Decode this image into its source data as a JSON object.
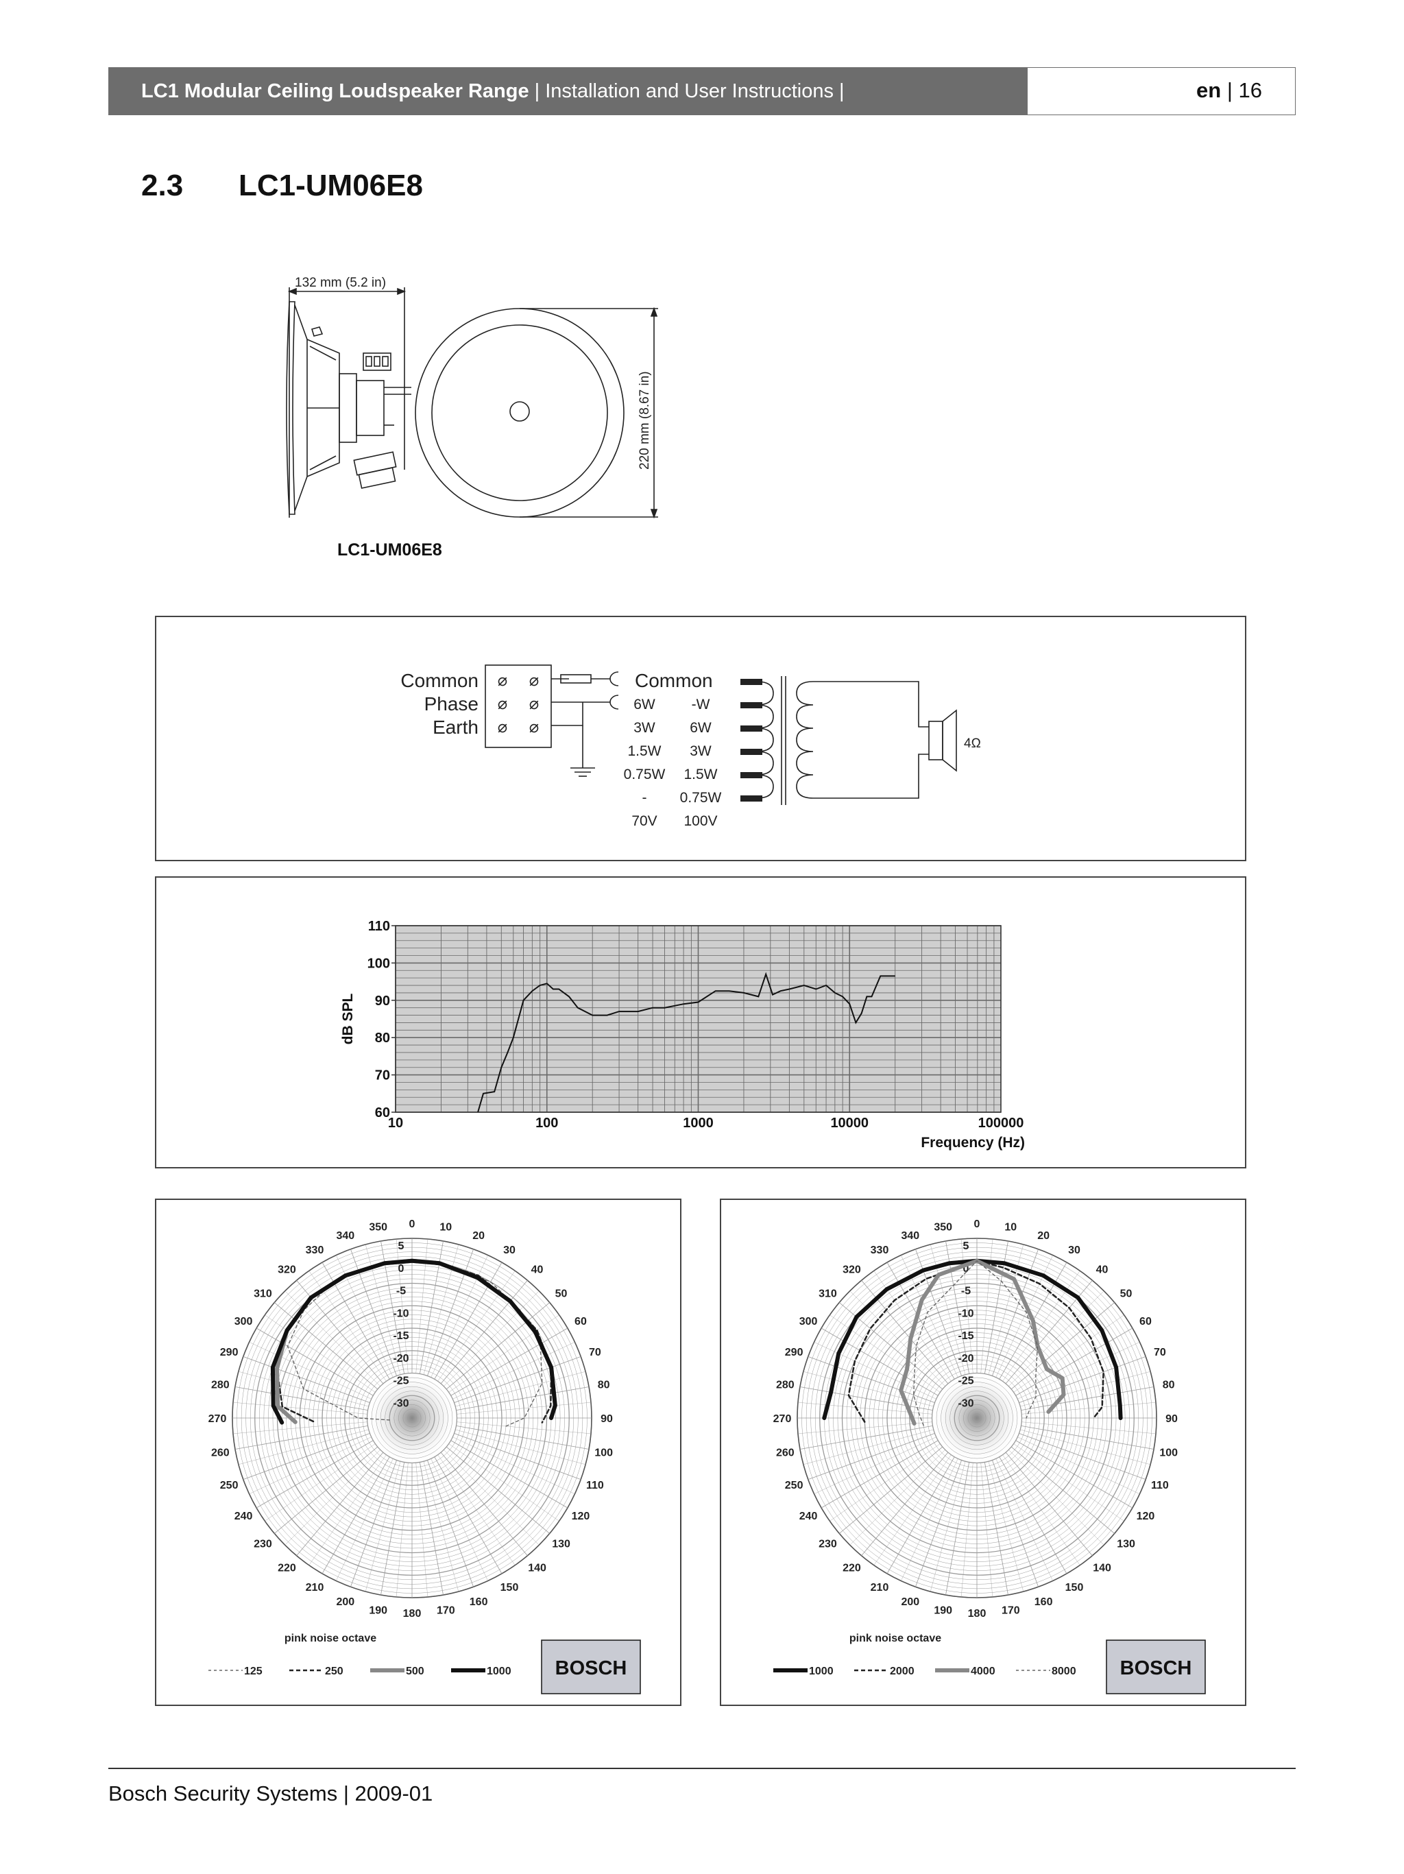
{
  "header": {
    "product_title": "LC1 Modular Ceiling Loudspeaker Range",
    "doc_title": " | Installation and User Instructions |",
    "lang": "en",
    "page": " | 16"
  },
  "section": {
    "number": "2.3",
    "title": "LC1-UM06E8"
  },
  "dimensions": {
    "depth_label": "132 mm (5.2 in)",
    "diameter_label": "220 mm (8.67 in)",
    "caption": "LC1-UM06E8"
  },
  "wiring": {
    "terminal_labels": [
      "Common",
      "Phase",
      "Earth"
    ],
    "common_label": "Common",
    "taps_70v": [
      "6W",
      "3W",
      "1.5W",
      "0.75W",
      "-"
    ],
    "taps_100v": [
      "-W",
      "6W",
      "3W",
      "1.5W",
      "0.75W"
    ],
    "voltage_70": "70V",
    "voltage_100": "100V",
    "impedance": "4Ω",
    "symbols": {
      "terminal": "⌀"
    }
  },
  "chart_data": [
    {
      "type": "line",
      "title": "",
      "xlabel": "Frequency (Hz)",
      "ylabel": "dB SPL",
      "x_scale": "log",
      "xlim": [
        10,
        100000
      ],
      "ylim": [
        60,
        110
      ],
      "x_ticks": [
        "10",
        "100",
        "1000",
        "10000",
        "100000"
      ],
      "y_ticks": [
        "60",
        "70",
        "80",
        "90",
        "100",
        "110"
      ],
      "grid": true,
      "series": [
        {
          "x": [
            35,
            38,
            45,
            50,
            55,
            60,
            70,
            80,
            90,
            100,
            110,
            120,
            140,
            160,
            200,
            250,
            300,
            400,
            500,
            600,
            800,
            1000,
            1300,
            1600,
            2000,
            2500,
            2800,
            3100,
            3500,
            4000,
            5000,
            6000,
            7000,
            8000,
            9000,
            10000,
            11000,
            12000,
            13000,
            14000,
            16000,
            18000,
            20000
          ],
          "y": [
            60,
            65,
            65.5,
            72,
            76,
            80,
            90,
            92.5,
            94,
            94.5,
            93,
            93,
            91,
            88,
            86,
            86,
            87,
            87,
            88,
            88,
            89,
            89.5,
            92.5,
            92.5,
            92,
            91,
            97,
            91.5,
            92.5,
            93,
            94,
            93,
            94,
            92,
            91,
            89,
            84,
            86.5,
            91,
            91,
            96.5,
            96.5,
            96.5
          ]
        }
      ]
    },
    {
      "type": "polar",
      "title": "",
      "xlabel": "pink noise octave",
      "angle_ticks": [
        "0",
        "10",
        "20",
        "30",
        "40",
        "50",
        "60",
        "70",
        "80",
        "90",
        "100",
        "110",
        "120",
        "130",
        "140",
        "150",
        "160",
        "170",
        "180",
        "190",
        "200",
        "210",
        "220",
        "230",
        "240",
        "250",
        "260",
        "270",
        "280",
        "290",
        "300",
        "310",
        "320",
        "330",
        "340",
        "350"
      ],
      "r_ticks": [
        "5",
        "0",
        "-5",
        "-10",
        "-15",
        "-20",
        "-25",
        "-30"
      ],
      "brand": "BOSCH",
      "series": [
        {
          "name": "125",
          "style": "dashed-light",
          "color": "#555555",
          "angles": [
            265,
            270,
            285,
            300,
            315,
            330,
            345,
            0,
            15,
            30,
            45,
            60,
            75,
            90,
            95
          ],
          "db": [
            -30,
            -23,
            -10,
            -3,
            -1,
            0,
            0,
            0,
            0,
            0,
            -1,
            -2,
            -5,
            -10,
            -14
          ]
        },
        {
          "name": "250",
          "style": "dashed-dark",
          "color": "#222222",
          "angles": [
            268,
            275,
            290,
            305,
            320,
            335,
            350,
            0,
            10,
            25,
            40,
            55,
            70,
            85,
            92
          ],
          "db": [
            -13,
            -6,
            -3,
            -1,
            0,
            0,
            0,
            0,
            0,
            0,
            -1,
            -1,
            -2,
            -4,
            -6
          ]
        },
        {
          "name": "500",
          "style": "solid-grey",
          "color": "#888888",
          "angles": [
            268,
            275,
            290,
            305,
            320,
            335,
            350,
            0,
            10,
            25,
            40,
            55,
            70,
            85,
            90
          ],
          "db": [
            -9,
            -5,
            -3,
            -1,
            0,
            0,
            0,
            0,
            0,
            -0.5,
            -1,
            -1.5,
            -2,
            -3,
            -4
          ]
        },
        {
          "name": "1000",
          "style": "solid-black",
          "color": "#111111",
          "angles": [
            268,
            275,
            290,
            305,
            320,
            335,
            350,
            0,
            10,
            25,
            40,
            55,
            70,
            85,
            90
          ],
          "db": [
            -6,
            -4,
            -2,
            -1,
            0,
            0,
            0,
            0,
            0,
            -0.5,
            -1,
            -1.5,
            -2,
            -3,
            -4
          ]
        }
      ]
    },
    {
      "type": "polar",
      "title": "",
      "xlabel": "pink noise octave",
      "angle_ticks": [
        "0",
        "10",
        "20",
        "30",
        "40",
        "50",
        "60",
        "70",
        "80",
        "90",
        "100",
        "110",
        "120",
        "130",
        "140",
        "150",
        "160",
        "170",
        "180",
        "190",
        "200",
        "210",
        "220",
        "230",
        "240",
        "250",
        "260",
        "270",
        "280",
        "290",
        "300",
        "310",
        "320",
        "330",
        "340",
        "350"
      ],
      "r_ticks": [
        "5",
        "0",
        "-5",
        "-10",
        "-15",
        "-20",
        "-25",
        "-30"
      ],
      "brand": "BOSCH",
      "series": [
        {
          "name": "1000",
          "style": "solid-black",
          "color": "#111111",
          "angles": [
            270,
            280,
            295,
            310,
            325,
            340,
            350,
            0,
            10,
            25,
            40,
            55,
            70,
            85,
            90
          ],
          "db": [
            -1,
            -2,
            -1,
            0,
            0,
            0,
            0,
            0,
            0,
            0,
            0,
            -1,
            -2,
            -3,
            -3
          ]
        },
        {
          "name": "2000",
          "style": "dashed-dark",
          "color": "#222222",
          "angles": [
            268,
            280,
            295,
            310,
            325,
            340,
            355,
            0,
            10,
            25,
            40,
            55,
            70,
            85,
            90
          ],
          "db": [
            -10,
            -6,
            -5,
            -4,
            -3,
            -2,
            -1,
            0,
            -1,
            -2,
            -3,
            -4,
            -5,
            -7,
            -9
          ]
        },
        {
          "name": "4000",
          "style": "solid-grey",
          "color": "#888888",
          "angles": [
            265,
            275,
            290,
            305,
            320,
            335,
            345,
            0,
            15,
            30,
            40,
            55,
            65,
            75,
            85
          ],
          "db": [
            -21,
            -20,
            -17,
            -16,
            -12,
            -6,
            -2,
            0,
            -3,
            -10,
            -14,
            -16,
            -14,
            -15,
            -19
          ]
        },
        {
          "name": "8000",
          "style": "dashed-light",
          "color": "#666666",
          "angles": [
            262,
            275,
            290,
            305,
            320,
            335,
            350,
            0,
            10,
            25,
            40,
            55,
            70,
            80,
            90
          ],
          "db": [
            -23,
            -22,
            -20,
            -18,
            -14,
            -9,
            -5,
            0,
            -4,
            -9,
            -14,
            -19,
            -21,
            -23,
            -24
          ]
        }
      ]
    }
  ],
  "footer": "Bosch Security Systems | 2009-01"
}
